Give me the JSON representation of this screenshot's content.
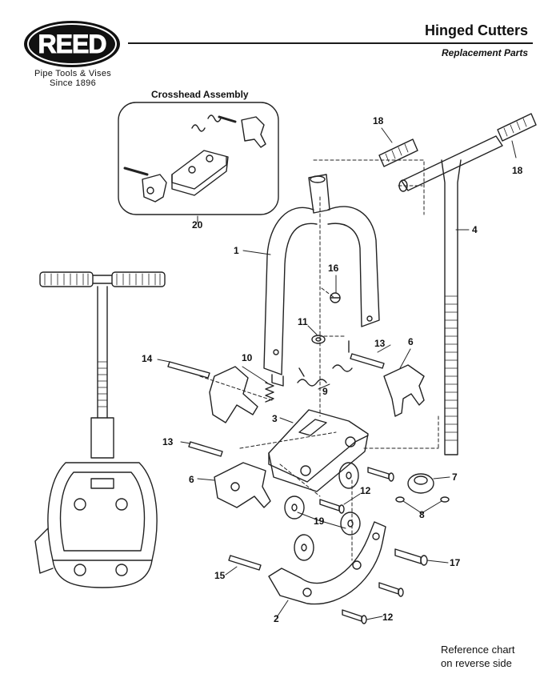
{
  "header": {
    "brand": "REED",
    "tagline_line1": "Pipe Tools & Vises",
    "tagline_line2": "Since 1896",
    "title": "Hinged Cutters",
    "subtitle": "Replacement Parts"
  },
  "inset": {
    "title": "Crosshead Assembly",
    "callout": "20"
  },
  "callouts": {
    "c1": "1",
    "c2": "2",
    "c3": "3",
    "c4": "4",
    "c6a": "6",
    "c6b": "6",
    "c7": "7",
    "c8": "8",
    "c9": "9",
    "c10": "10",
    "c11": "11",
    "c12a": "12",
    "c12b": "12",
    "c13a": "13",
    "c13b": "13",
    "c14": "14",
    "c15": "15",
    "c16": "16",
    "c17": "17",
    "c18a": "18",
    "c18b": "18",
    "c19": "19"
  },
  "footer": {
    "note_line1": "Reference chart",
    "note_line2": "on reverse side"
  }
}
